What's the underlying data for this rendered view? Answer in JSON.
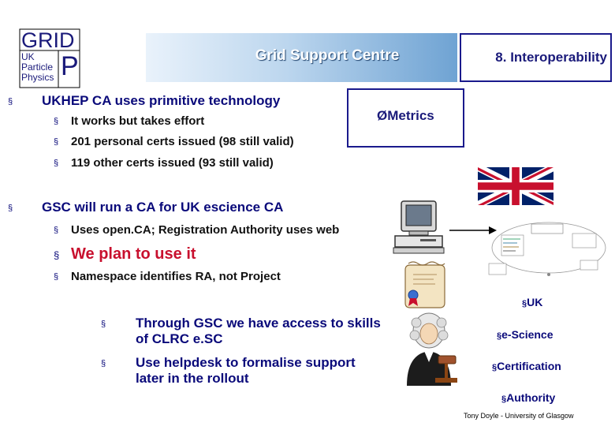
{
  "logo": {
    "line1": "GRID",
    "line2": "UK",
    "line3": "Particle",
    "line4": "Physics",
    "letter_p": "P"
  },
  "header": {
    "title": "Grid Support Centre",
    "section": "8. Interoperability",
    "metrics": "ØMetrics"
  },
  "bullets": {
    "b1": "UKHEP CA uses primitive technology",
    "b1_subs": [
      "It works but takes effort",
      "201 personal certs issued (98 still valid)",
      "119 other certs issued (93 still valid)"
    ],
    "b2": "GSC will run a CA for UK escience CA",
    "b2_sub1": "Uses open.CA; Registration Authority uses web",
    "b2_sub2": "We plan to use it",
    "b2_sub3": "Namespace identifies RA, not Project",
    "lower": [
      "Through GSC we have access to skills of CLRC e.SC",
      "Use helpdesk to formalise support later in the rollout"
    ]
  },
  "right_list": [
    "UK",
    "e-Science",
    "Certification",
    "Authority"
  ],
  "footer": "Tony Doyle - University of Glasgow",
  "bullet_glyph": "§",
  "colors": {
    "text": "#0a0a7a",
    "accent_red": "#c8102e",
    "banner_end": "#6fa3d3"
  }
}
